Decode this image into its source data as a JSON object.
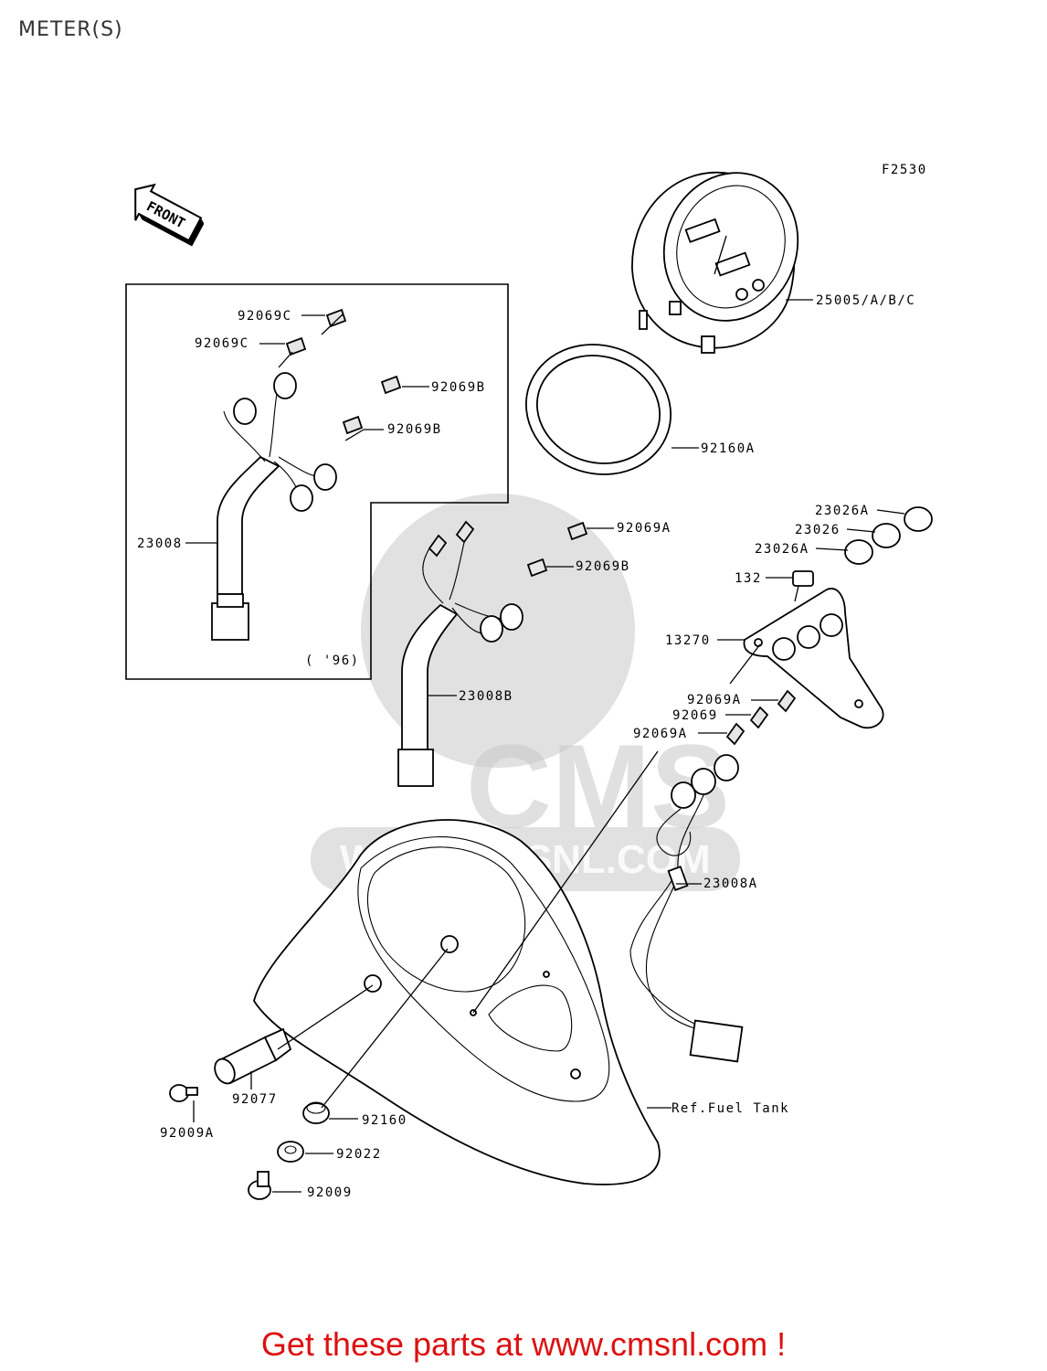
{
  "page_title": "METER(S)",
  "figure_code": "F2530",
  "front_arrow_label": "FRONT",
  "inset_year_label": "( '96)",
  "watermark": {
    "brand": "CMS",
    "url": "WWW.CMSNL.COM"
  },
  "footer_text": "Get these parts at www.cmsnl.com !",
  "parts": {
    "p92069C_a": "92069C",
    "p92069C_b": "92069C",
    "p92069B_a": "92069B",
    "p92069B_b": "92069B",
    "p23008": "23008",
    "p25005": "25005/A/B/C",
    "p92160A": "92160A",
    "p92069A_top": "92069A",
    "p92069B_c": "92069B",
    "p23026A_a": "23026A",
    "p23026": "23026",
    "p23026A_b": "23026A",
    "p132": "132",
    "p13270": "13270",
    "p23008B": "23008B",
    "p92069A_b": "92069A",
    "p92069": "92069",
    "p92069A_c": "92069A",
    "p23008A": "23008A",
    "p92077": "92077",
    "p92009A": "92009A",
    "p92160": "92160",
    "p92022": "92022",
    "p92009": "92009",
    "ref_fuel_tank": "Ref.Fuel Tank"
  }
}
